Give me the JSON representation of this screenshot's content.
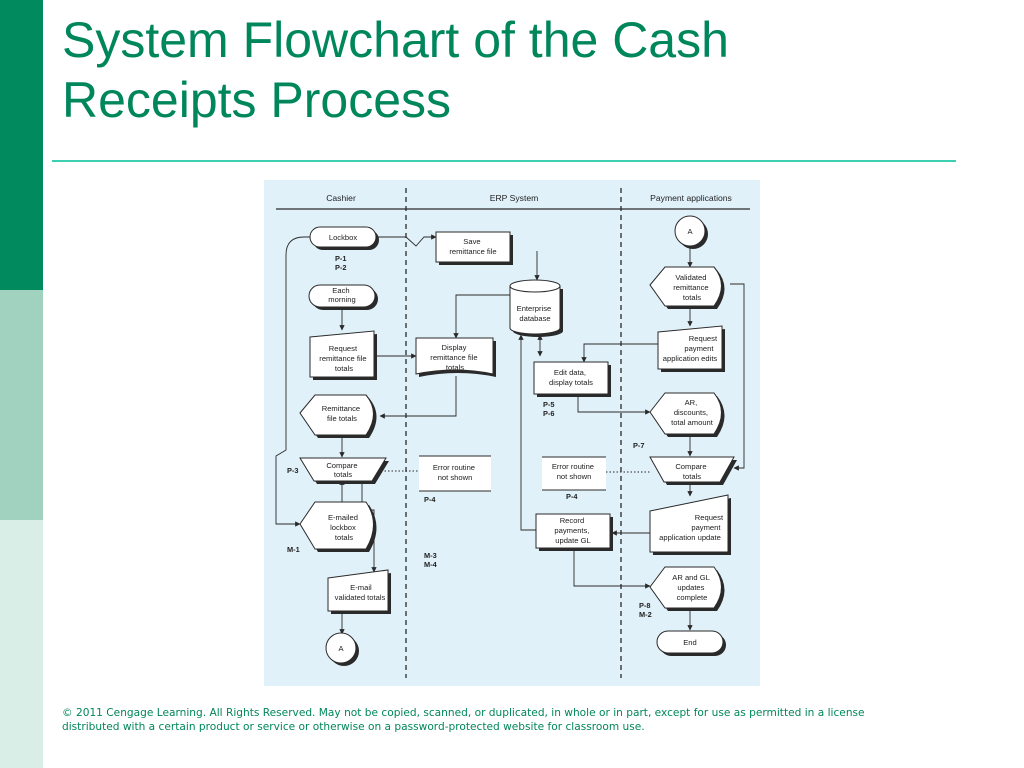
{
  "slide": {
    "title_lines": [
      "System Flowchart of the Cash",
      "Receipts Process"
    ],
    "footer_lines": [
      "© 2011 Cengage Learning. All Rights Reserved. May not be copied, scanned, or duplicated, in whole or in part, except for use as permitted in a license",
      "distributed with a certain product or service or otherwise on a password-protected website for classroom use."
    ],
    "colors": {
      "title": "#00865b",
      "sidebar_dark": "#008a5e",
      "sidebar_mid": "#a1d1bf",
      "sidebar_light": "#d9eee6",
      "rule": "#3ccfb0",
      "figure_background": "#e1f1fa"
    }
  },
  "flowchart": {
    "lanes": [
      "Cashier",
      "ERP System",
      "Payment applications"
    ],
    "nodes": {
      "lockbox": [
        "Lockbox"
      ],
      "each_morning": [
        "Each",
        "morning"
      ],
      "request_totals": [
        "Request",
        "remittance file",
        "totals"
      ],
      "remittance_totals": [
        "Remittance",
        "file totals"
      ],
      "compare_cashier": [
        "Compare",
        "totals"
      ],
      "emailed_totals": [
        "E-mailed",
        "lockbox",
        "totals"
      ],
      "email_validated": [
        "E-mail",
        "validated totals"
      ],
      "connector_cashier": [
        "A"
      ],
      "save_file": [
        "Save",
        "remittance file"
      ],
      "database": [
        "Enterprise",
        "database"
      ],
      "display_totals": [
        "Display",
        "remittance file",
        "totals"
      ],
      "error_erp": [
        "Error routine",
        "not shown"
      ],
      "edit_data": [
        "Edit data,",
        "display totals"
      ],
      "error_mid": [
        "Error routine",
        "not shown"
      ],
      "record_payments": [
        "Record",
        "payments,",
        "update GL"
      ],
      "connector_payment": [
        "A"
      ],
      "validated_totals": [
        "Validated",
        "remittance",
        "totals"
      ],
      "request_edits": [
        "Request",
        "payment",
        "application edits"
      ],
      "ar_discounts": [
        "AR,",
        "discounts,",
        "total amount"
      ],
      "compare_payment": [
        "Compare",
        "totals"
      ],
      "request_update": [
        "Request",
        "payment",
        "application update"
      ],
      "ar_gl_complete": [
        "AR and GL",
        "updates",
        "complete"
      ],
      "end": [
        "End"
      ]
    },
    "refs": {
      "p1": "P-1",
      "p2": "P-2",
      "p3": "P-3",
      "m1": "M-1",
      "p4_erp": "P-4",
      "m3": "M-3",
      "m4": "M-4",
      "p5": "P-5",
      "p6": "P-6",
      "p4_mid": "P-4",
      "p7": "P-7",
      "p8": "P-8",
      "m2": "M-2"
    }
  }
}
